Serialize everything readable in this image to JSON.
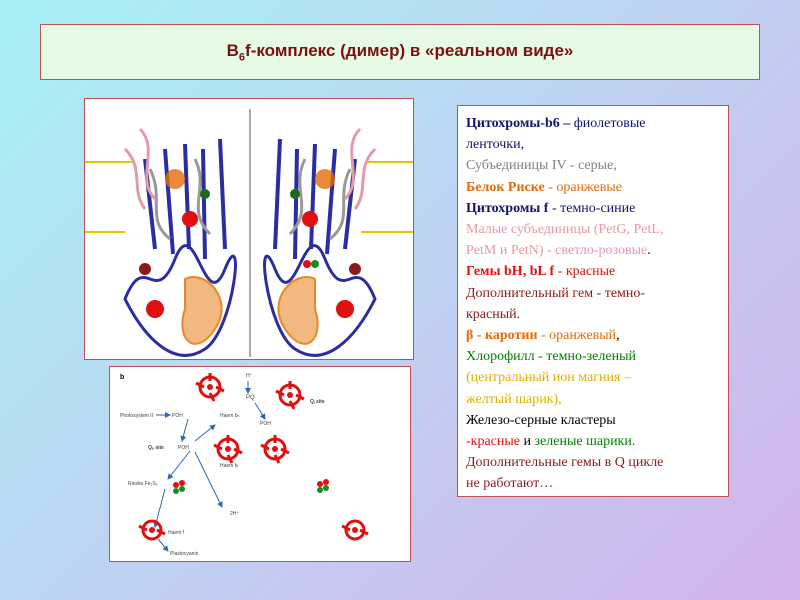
{
  "title": {
    "main": "B",
    "sub": "6",
    "rest": "f-комплекс (димер) в «реальном виде»"
  },
  "legend": {
    "l1a": "Цитохромы-b6 – ",
    "l1b": "фиолетовые",
    "l2": "ленточки,",
    "l3": "Субъединицы IV - серые,",
    "l4a": "Белок Риске",
    "l4b": " - оранжевые",
    "l5a": "Цитохромы f",
    "l5b": " - темно-синие",
    "l6": "Малые субъединицы  (PetG, PetL,",
    "l7a": "PetM и PetN)  - светло-розовые",
    "l7b": ".",
    "l8a": "Гемы bH, bL f",
    "l8b": " -  красные",
    "l9": "Дополнительный гем  -   темно-",
    "l10": "красный.",
    "l11a": "β - каротин",
    "l11b": " - оранжевый",
    "l11c": ",",
    "l12": "Хлорофилл - темно-зеленый",
    "l13": "(центральный ион магния –",
    "l14": "желтый шарик),",
    "l15": "Железо-серные кластеры",
    "l16a": "-красные",
    "l16b": " и ",
    "l16c": "зеленые шарики.",
    "l17": "Дополнительные гемы в Q цикле",
    "l18": "не работают…"
  },
  "diagram": {
    "panel": "b",
    "h_plus": "H⁺",
    "pq": "PQ",
    "photosystem": "Photosystem II",
    "poh2_left": "POH",
    "qi_site": "Qᵢ site",
    "qo_site": "Qₒ site",
    "haem_bh": "Haem bₕ",
    "poh2_mid": "POH",
    "poh2_right": "POH",
    "haem_bl": "Haem bₗ",
    "rieske": "Rieske Fe₂S₂",
    "two_h": "2H⁺",
    "haem_f": "Haem f",
    "plastocyanin": "Plastocyanin"
  },
  "colors": {
    "title_text": "#7a1010",
    "frame_border": "#c0504d",
    "cyt_b6": "#2a2ea0",
    "subunit_iv": "#9a9a9a",
    "rieske": "#e8882a",
    "heme": "#e01010",
    "carotene": "#e46c0a",
    "chlorophyll": "#1a6a1a",
    "membrane_line": "#e6c200"
  }
}
